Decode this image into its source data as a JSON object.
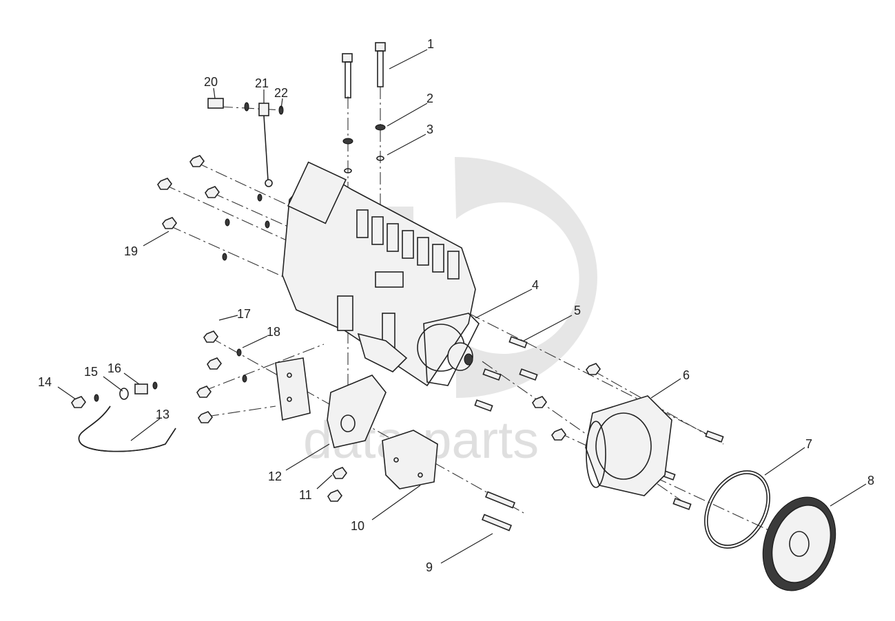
{
  "watermark": {
    "text": "data-parts",
    "color": "#d9d9d9"
  },
  "callouts": [
    "1",
    "2",
    "3",
    "4",
    "5",
    "6",
    "7",
    "8",
    "9",
    "10",
    "11",
    "12",
    "13",
    "14",
    "15",
    "16",
    "17",
    "18",
    "19",
    "20",
    "21",
    "22"
  ]
}
